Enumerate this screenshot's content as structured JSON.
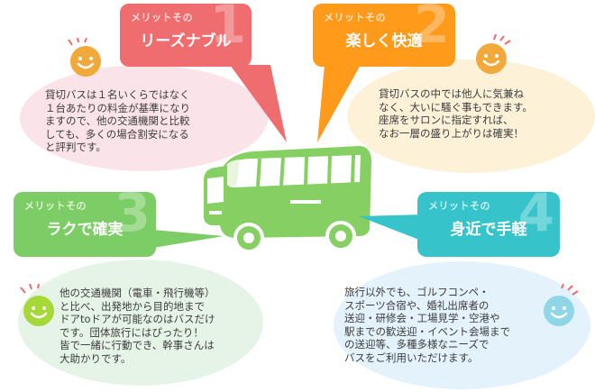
{
  "merit_label": "メリットその",
  "colors": {
    "red": "#ef6d6f",
    "orange": "#ff9a1a",
    "green": "#7ccd66",
    "teal": "#36c4ca",
    "bus": "#85cf63"
  },
  "merits": [
    {
      "number": "1",
      "title": "リーズナブル",
      "lines": [
        "貸切バスは１名いくらではなく",
        "１台あたりの料金が基準になり",
        "ますので、他の交通機関と比較",
        "しても、多くの場合割安になる",
        "と評判です。"
      ]
    },
    {
      "number": "2",
      "title": "楽しく快適",
      "lines": [
        "貸切バスの中では他人に気兼ね",
        "なく、大いに騒ぐ事もできます。",
        "座席をサロンに指定すれば、",
        "なお一層の盛り上がりは確実！"
      ]
    },
    {
      "number": "3",
      "title": "ラクで確実",
      "lines": [
        "他の交通機関（電車・飛行機等）",
        "と比べ、出発地から目的地まで",
        "ドアtoドアが可能なのはバスだけ",
        "です。団体旅行にはぴったり！",
        "皆で一緒に行動でき、幹事さんは",
        "大助かりです。"
      ]
    },
    {
      "number": "4",
      "title": "身近で手軽",
      "lines": [
        "旅行以外でも、ゴルフコンペ・",
        "スポーツ合宿や、婚礼出席者の",
        "送迎・研修会・工場見学・空港や",
        "駅までの歓送迎・イベント会場まで",
        "の送迎等、多種多様なニーズで",
        "バスをご利用いただけます。"
      ]
    }
  ]
}
